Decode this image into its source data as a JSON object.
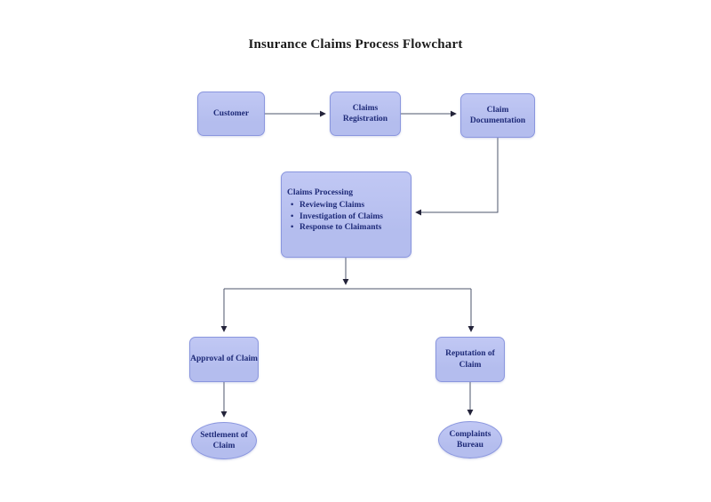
{
  "title": "Insurance Claims Process Flowchart",
  "colors": {
    "background": "#ffffff",
    "node_fill": "#b4bdee",
    "node_fill_light": "#c1c8f4",
    "node_border": "#8a96de",
    "node_text": "#1e2a78",
    "line_color": "#4d566b",
    "arrow_color": "#23233a",
    "title_color": "#1b1b1b"
  },
  "nodes": {
    "customer": {
      "label": "Customer"
    },
    "claims_registration": {
      "line1": "Claims",
      "line2": "Registration"
    },
    "claim_documentation": {
      "line1": "Claim",
      "line2": "Documentation"
    },
    "claims_processing": {
      "heading": "Claims Processing",
      "bullet_glyph": "•",
      "bullets": [
        {
          "text": "Reviewing Claims"
        },
        {
          "text": "Investigation of Claims"
        },
        {
          "text": "Response to Claimants"
        }
      ]
    },
    "approval": {
      "label": "Approval of Claim"
    },
    "reputation": {
      "line1": "Reputation of",
      "line2": "Claim"
    },
    "settlement": {
      "line1": "Settlement of",
      "line2": "Claim"
    },
    "complaints": {
      "line1": "Complaints",
      "line2": "Bureau"
    }
  }
}
